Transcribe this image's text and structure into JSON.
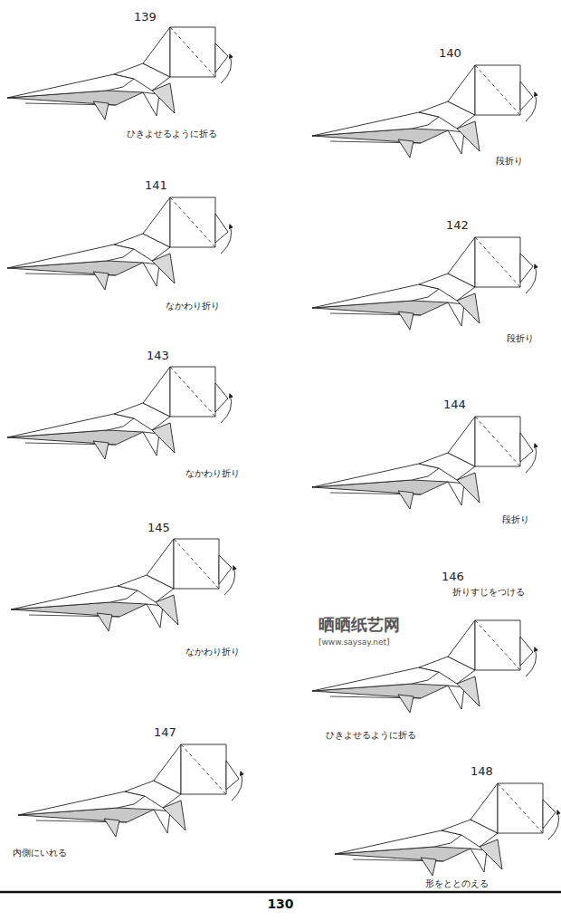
{
  "diagram": {
    "labels": [
      "139",
      "ひきよせるように折る",
      "140",
      "段折り",
      "141",
      "なかわり折り",
      "142",
      "段折り",
      "143",
      "なかわり折り",
      "144",
      "段折り",
      "145",
      "なかわり折り",
      "146",
      "折りすじをつける",
      "晒晒纸艺网",
      "[www.saysay.net]",
      "ひきよせるように折る",
      "147",
      "内側にいれる",
      "148",
      "形をととのえる",
      "130"
    ]
  }
}
